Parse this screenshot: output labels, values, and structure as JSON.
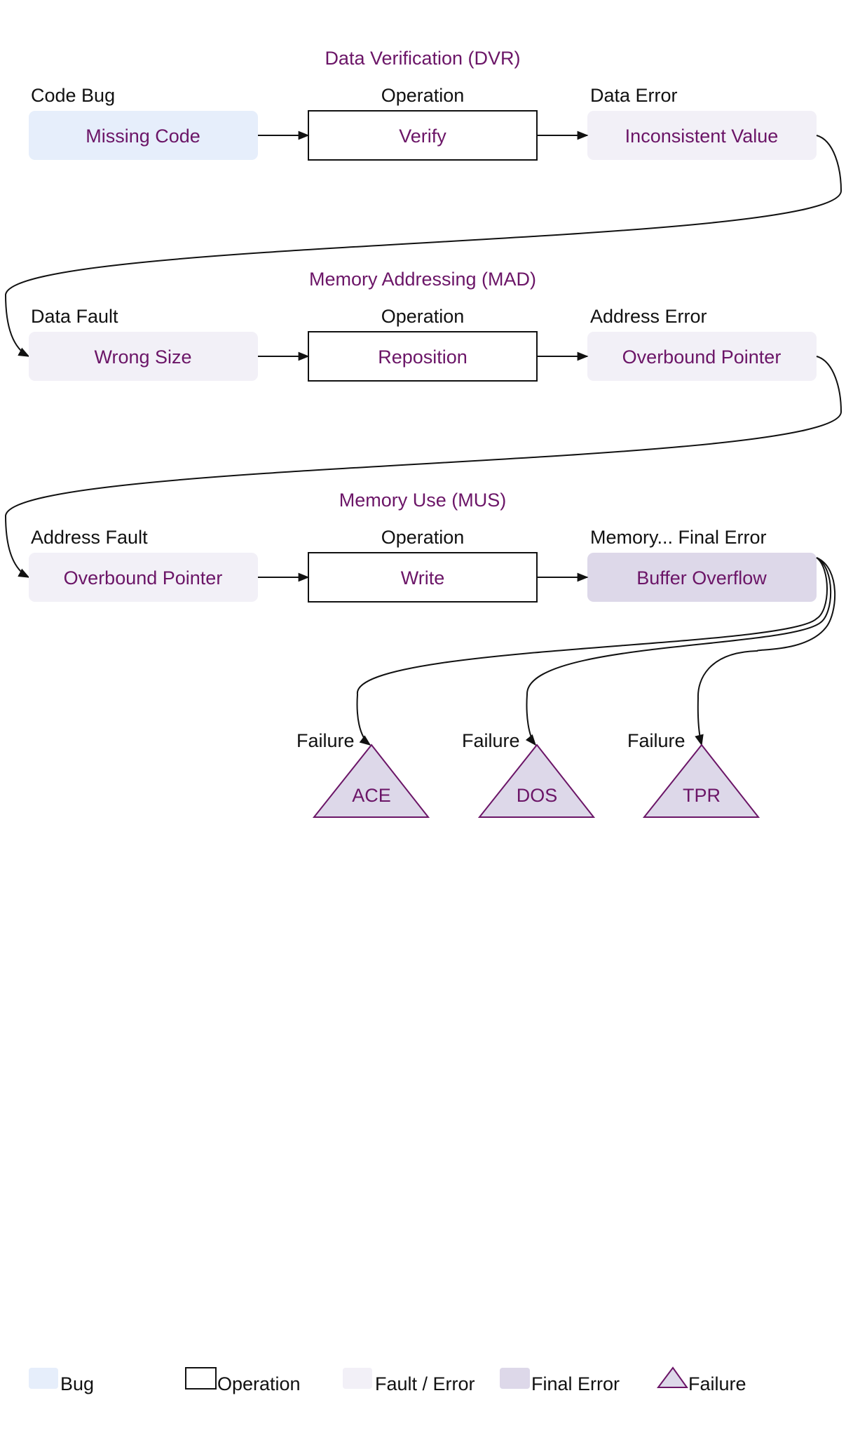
{
  "colors": {
    "accent_text": "#6b1567",
    "bug_fill": "#e6eefb",
    "fault_fill": "#f2f0f7",
    "final_fill": "#ddd8e9",
    "failure_fill": "#ddd8e9",
    "line": "#111111"
  },
  "rows": [
    {
      "title": "Data Verification (DVR)",
      "left": {
        "label": "Code Bug",
        "text": "Missing Code"
      },
      "middle": {
        "label": "Operation",
        "text": "Verify"
      },
      "right": {
        "label": "Data Error",
        "text": "Inconsistent Value"
      }
    },
    {
      "title": "Memory Addressing (MAD)",
      "left": {
        "label": "Data Fault",
        "text": "Wrong Size"
      },
      "middle": {
        "label": "Operation",
        "text": "Reposition"
      },
      "right": {
        "label": "Address Error",
        "text": "Overbound Pointer"
      }
    },
    {
      "title": "Memory Use (MUS)",
      "left": {
        "label": "Address Fault",
        "text": "Overbound Pointer"
      },
      "middle": {
        "label": "Operation",
        "text": "Write"
      },
      "right": {
        "label": "Memory... Final Error",
        "text": "Buffer Overflow"
      }
    }
  ],
  "failures": [
    {
      "label": "Failure",
      "text": "ACE"
    },
    {
      "label": "Failure",
      "text": "DOS"
    },
    {
      "label": "Failure",
      "text": "TPR"
    }
  ],
  "legend": {
    "bug": "Bug",
    "operation": "Operation",
    "fault_error": "Fault / Error",
    "final_error": "Final Error",
    "failure": "Failure"
  }
}
